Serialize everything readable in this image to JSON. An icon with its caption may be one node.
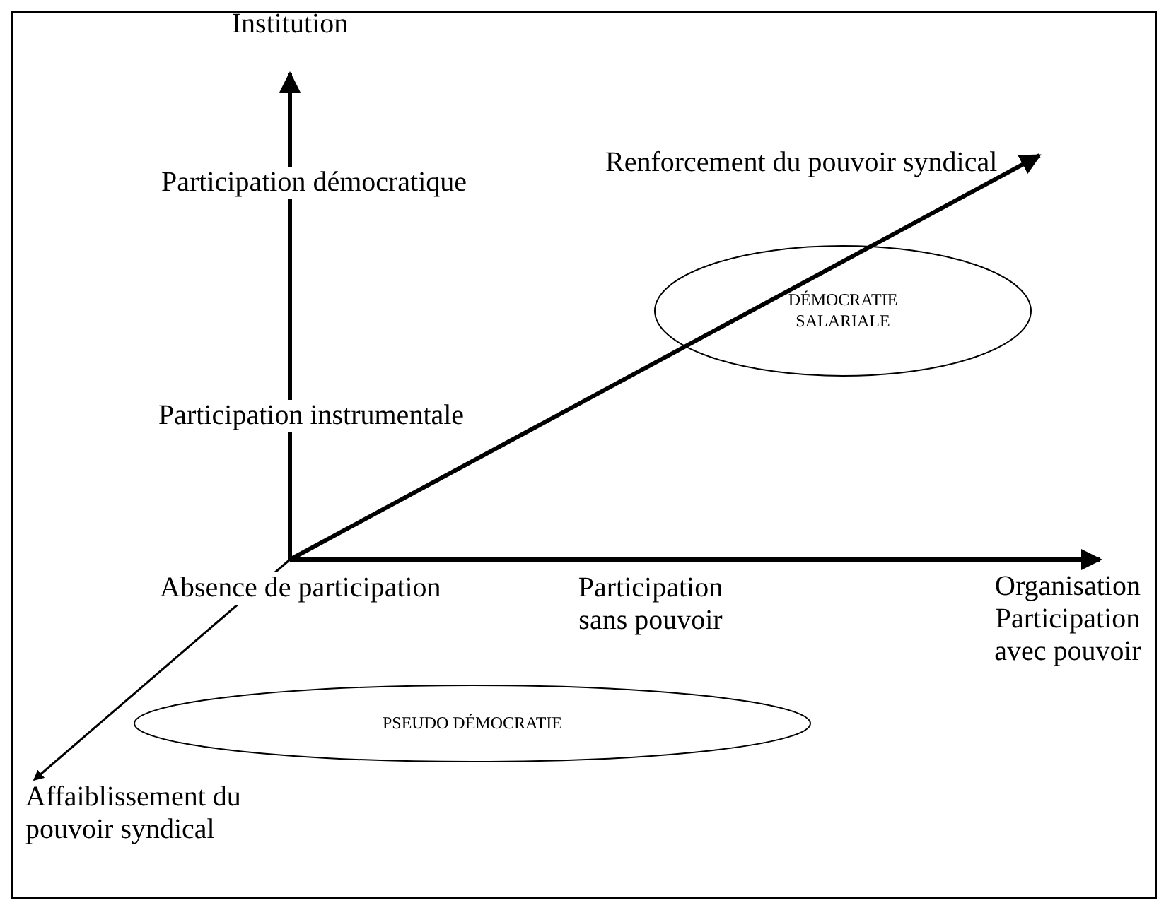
{
  "diagram": {
    "nodes": [
      {
        "text": [
          "Institution"
        ]
      },
      {
        "text": [
          "Renforcement du pouvoir syndical"
        ]
      },
      {
        "text": [
          "DÉMOCRATIE SALARIALE"
        ]
      },
      {
        "text": [
          "Organisation",
          "Participation avec pouvoir"
        ]
      },
      {
        "text": [
          "PSEUDO DÉMOCRATIE"
        ]
      },
      {
        "text": [
          "Affaiblissement du pouvoir syndical"
        ]
      }
    ],
    "edges": [
      {
        "from": null,
        "to": 0,
        "arrow": "to"
      },
      {
        "from": null,
        "to": 1,
        "arrow": "to"
      },
      {
        "from": null,
        "to": 3,
        "arrow": "to"
      },
      {
        "from": null,
        "to": 5,
        "arrow": "to"
      }
    ],
    "labels": [
      "Participation démocratique",
      "Participation instrumentale",
      "Absence de participation",
      "Participation sans pouvoir"
    ]
  }
}
